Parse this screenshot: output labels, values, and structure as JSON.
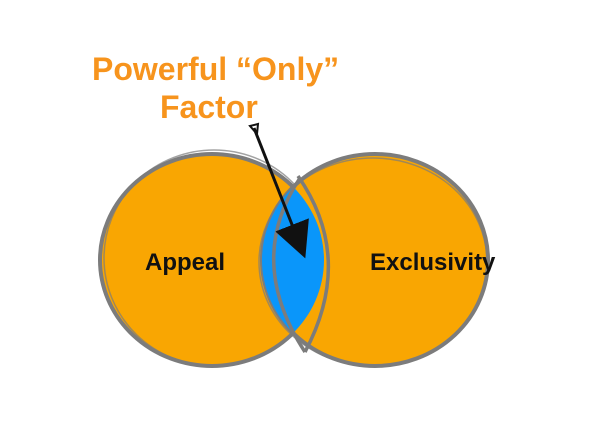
{
  "diagram": {
    "callout": {
      "line1": "Powerful “Only”",
      "line2": "Factor"
    },
    "left_circle_label": "Appeal",
    "right_circle_label": "Exclusivity"
  },
  "colors": {
    "circle_fill": "#F9A602",
    "circle_stroke": "#7C7C7C",
    "overlap_fill": "#0A96FA",
    "callout_text": "#F7941D",
    "arrow": "#111111"
  }
}
